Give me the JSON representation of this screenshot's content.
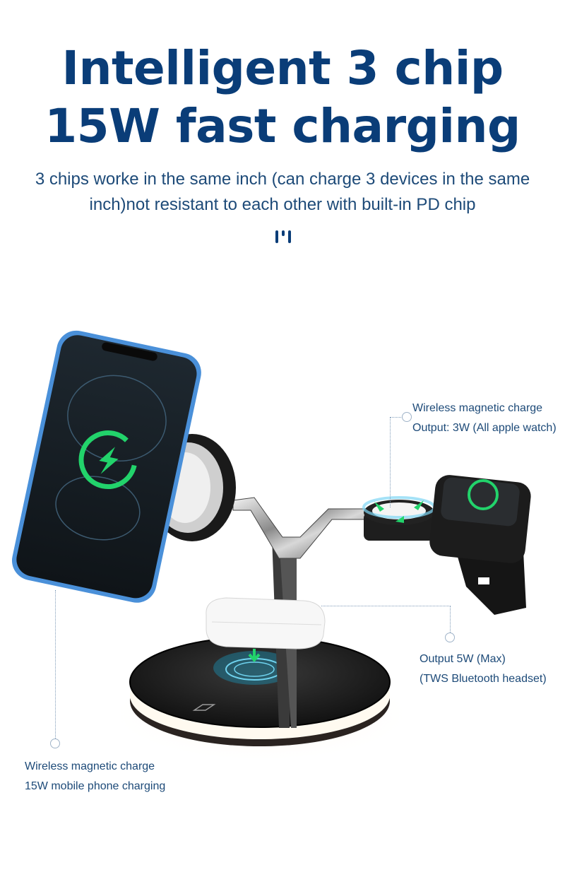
{
  "header": {
    "title_line1": "Intelligent 3 chip",
    "title_line2": "15W fast charging",
    "subtitle_line1": "3 chips worke in the same inch (can charge 3 devices in the same",
    "subtitle_line2": "inch)not resistant to each other with built-in PD chip"
  },
  "colors": {
    "title": "#0a3d78",
    "text": "#1d4a78",
    "callout_line": "#7f9bb8",
    "charge_green": "#22d36b",
    "phone_frame": "#4a90d9"
  },
  "product": {
    "icons": [
      "phone-icon",
      "charging-bolt-icon",
      "watch-icon",
      "earbuds-case-icon",
      "charging-base-icon",
      "nfc-touch-icon"
    ]
  },
  "callouts": {
    "watch": {
      "line1": "Wireless magnetic charge",
      "line2": "Output: 3W (All apple watch)"
    },
    "earbuds": {
      "line1": "Output 5W (Max)",
      "line2": "(TWS Bluetooth headset)"
    },
    "phone": {
      "line1": "Wireless magnetic charge",
      "line2": "15W mobile phone charging"
    }
  }
}
